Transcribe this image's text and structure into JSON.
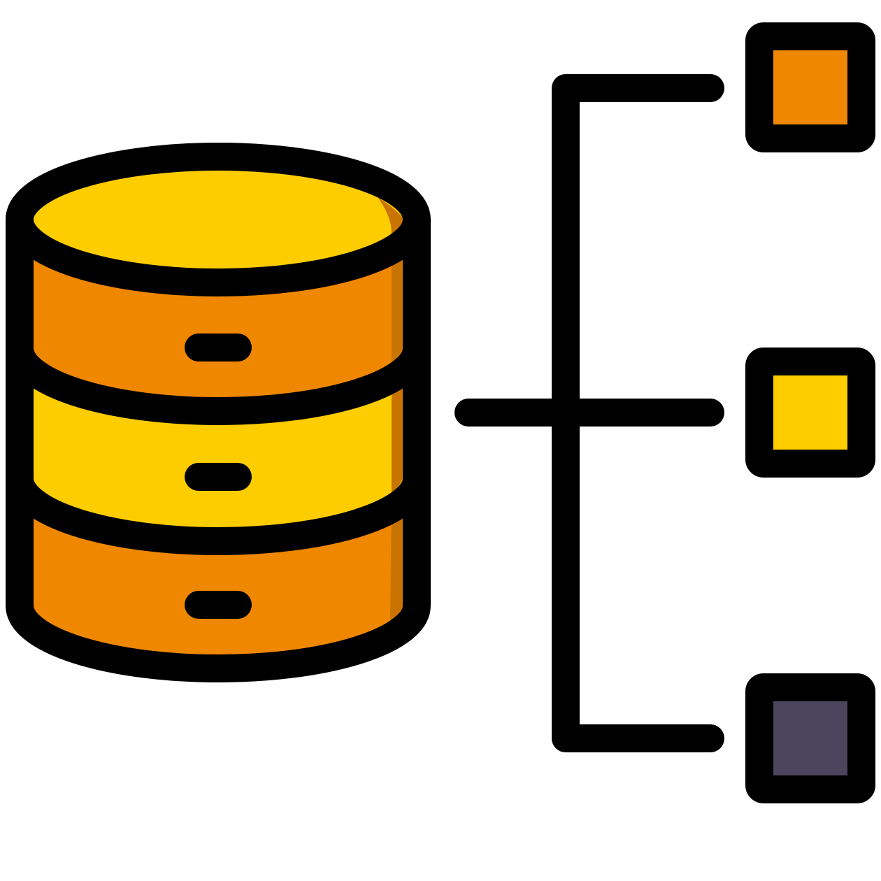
{
  "icon": {
    "name": "database-hierarchy-icon",
    "colors": {
      "outline": "#000000",
      "orange": "#EF8700",
      "orange_shade": "#C97400",
      "yellow": "#FDCD00",
      "yellow_shade": "#D9A800",
      "slate": "#4B455E",
      "background": "#FFFFFF"
    },
    "database_layers": [
      "top",
      "middle",
      "bottom"
    ],
    "nodes": [
      "top-node",
      "middle-node",
      "bottom-node"
    ]
  }
}
